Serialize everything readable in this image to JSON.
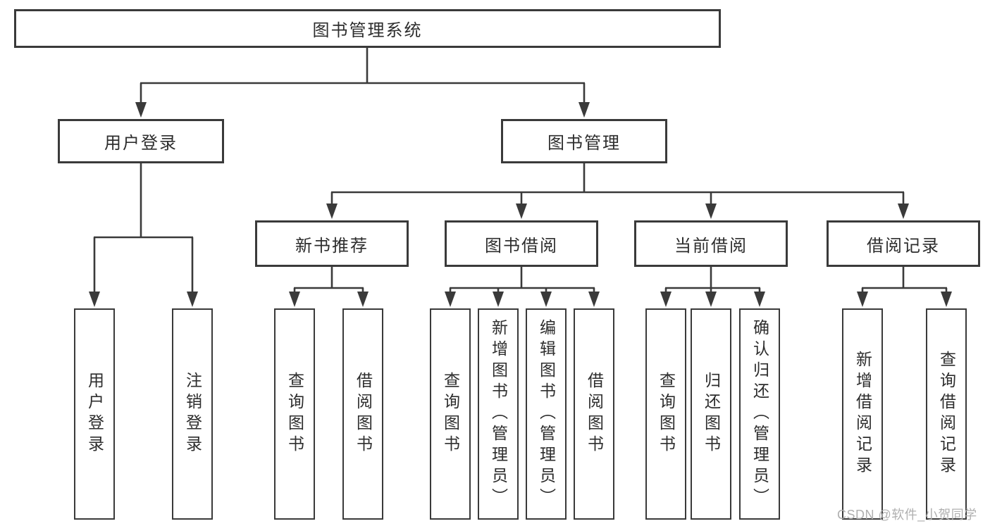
{
  "colors": {
    "line": "#3a3a3a",
    "text": "#2d2d2d",
    "watermark": "#b0b0b0",
    "background": "#ffffff"
  },
  "watermark": {
    "text": "CSDN @软件_小贺同学"
  },
  "tree": {
    "label": "图书管理系统",
    "children": [
      {
        "label": "用户登录",
        "children": [
          {
            "label": "用户登录"
          },
          {
            "label": "注销登录"
          }
        ]
      },
      {
        "label": "图书管理",
        "children": [
          {
            "label": "新书推荐",
            "children": [
              {
                "label": "查询图书"
              },
              {
                "label": "借阅图书"
              }
            ]
          },
          {
            "label": "图书借阅",
            "children": [
              {
                "label": "查询图书"
              },
              {
                "label": "新增图书（管理员）"
              },
              {
                "label": "编辑图书（管理员）"
              },
              {
                "label": "借阅图书"
              }
            ]
          },
          {
            "label": "当前借阅",
            "children": [
              {
                "label": "查询图书"
              },
              {
                "label": "归还图书"
              },
              {
                "label": "确认归还（管理员）"
              }
            ]
          },
          {
            "label": "借阅记录",
            "children": [
              {
                "label": "新增借阅记录"
              },
              {
                "label": "查询借阅记录"
              }
            ]
          }
        ]
      }
    ]
  }
}
